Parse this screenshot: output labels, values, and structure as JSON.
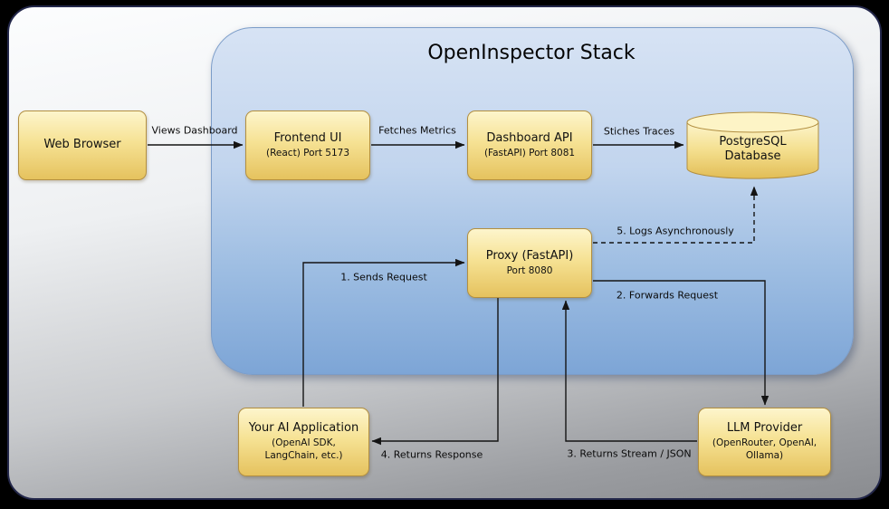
{
  "title": "OpenInspector Stack",
  "nodes": {
    "web_browser": {
      "title": "Web Browser"
    },
    "frontend_ui": {
      "title": "Frontend UI",
      "subtitle": "(React) Port 5173"
    },
    "dashboard_api": {
      "title": "Dashboard API",
      "subtitle": "(FastAPI) Port 8081"
    },
    "postgres_db": {
      "line1": "PostgreSQL",
      "line2": "Database"
    },
    "proxy": {
      "title": "Proxy (FastAPI)",
      "subtitle": "Port 8080"
    },
    "ai_app": {
      "title": "Your AI Application",
      "subtitle": "(OpenAI SDK, LangChain, etc.)"
    },
    "llm_provider": {
      "title": "LLM Provider",
      "subtitle": "(OpenRouter, OpenAI, Ollama)"
    }
  },
  "edges": {
    "views_dashboard": {
      "label": "Views Dashboard"
    },
    "fetches_metrics": {
      "label": "Fetches Metrics"
    },
    "stiches_traces": {
      "label": "Stiches Traces"
    },
    "sends_request": {
      "label": "1. Sends Request"
    },
    "forwards_request": {
      "label": "2. Forwards Request"
    },
    "returns_stream": {
      "label": "3. Returns Stream / JSON"
    },
    "returns_response": {
      "label": "4. Returns Response"
    },
    "logs_async": {
      "label": "5. Logs Asynchronously"
    }
  },
  "colors": {
    "node_fill_top": "#fdf5cc",
    "node_fill_bottom": "#e5c25e",
    "node_border": "#b28f41",
    "stack_fill_top": "#d7e3f4",
    "stack_fill_bottom": "#7da5d6",
    "outer_fill_top": "#fcfdfe",
    "outer_fill_bottom": "#8a8c90",
    "connector": "#141414"
  }
}
